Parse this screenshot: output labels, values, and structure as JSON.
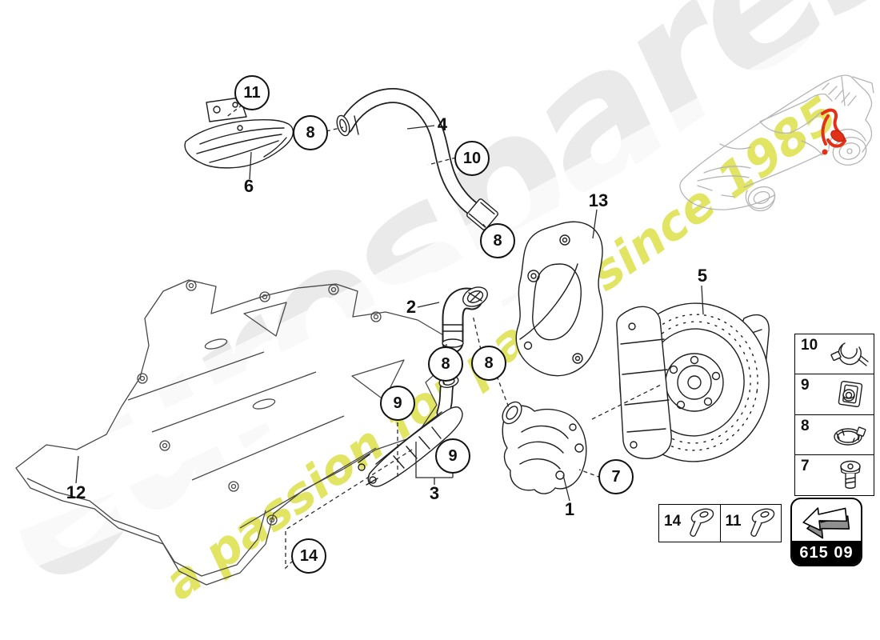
{
  "diagram": {
    "title_part_group_code": "615 09",
    "watermark": {
      "brand": "eurospares",
      "tagline": "a passion for parts since 1985"
    },
    "callouts": [
      {
        "number": "11"
      },
      {
        "number": "8"
      },
      {
        "number": "10"
      },
      {
        "number": "8"
      },
      {
        "number": "8"
      },
      {
        "number": "8"
      },
      {
        "number": "9"
      },
      {
        "number": "9"
      },
      {
        "number": "7"
      },
      {
        "number": "14"
      }
    ],
    "part_labels": [
      {
        "number": "6"
      },
      {
        "number": "4"
      },
      {
        "number": "2"
      },
      {
        "number": "13"
      },
      {
        "number": "5"
      },
      {
        "number": "3"
      },
      {
        "number": "1"
      },
      {
        "number": "12"
      }
    ],
    "legend": {
      "items": [
        {
          "number": "10",
          "icon": "worm-drive-clamp-icon"
        },
        {
          "number": "9",
          "icon": "clip-nut-icon"
        },
        {
          "number": "8",
          "icon": "hose-clamp-icon"
        },
        {
          "number": "7",
          "icon": "torx-screw-icon"
        }
      ]
    },
    "fasteners": {
      "items": [
        {
          "number": "14",
          "icon": "flange-screw-icon"
        },
        {
          "number": "11",
          "icon": "flange-screw-icon"
        }
      ]
    },
    "colors": {
      "highlight_red": "#e33117",
      "watermark_yellow": "#dfe14e",
      "watermark_gray": "#eaeaea",
      "line_art": "#1f1f1f",
      "car_outline": "#b5b5b5"
    }
  }
}
